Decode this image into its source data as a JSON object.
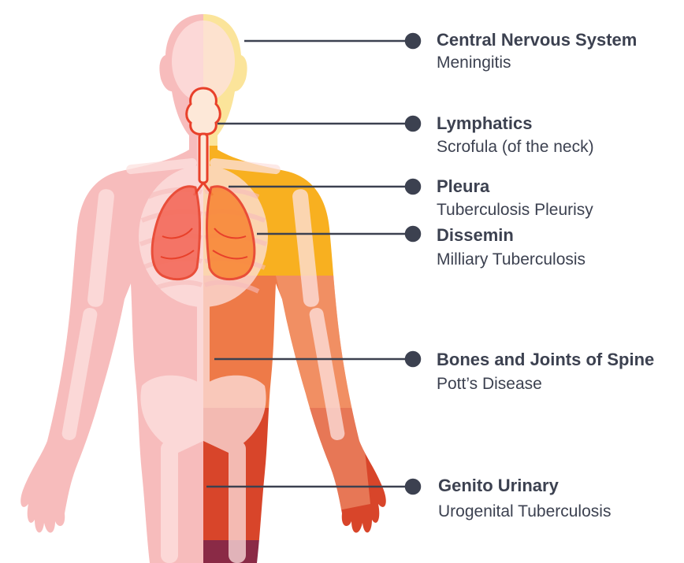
{
  "colors": {
    "skin_left": "#f7bcbc",
    "skin_right_head": "#fbe49a",
    "skin_right_chest": "#f8b020",
    "skin_right_abdomen": "#ee7a48",
    "skin_right_pelvis": "#d8452a",
    "skin_right_thigh": "#8a2a46",
    "organ_outline": "#e8402a",
    "bone": "#fde2e0",
    "leader_line": "#3c4150"
  },
  "labels": [
    {
      "id": "cns",
      "title": "Central Nervous System",
      "subtitle": "Meningitis"
    },
    {
      "id": "lymph",
      "title": "Lymphatics",
      "subtitle": "Scrofula (of the neck)"
    },
    {
      "id": "pleura",
      "title": "Pleura",
      "subtitle": "Tuberculosis Pleurisy"
    },
    {
      "id": "dissem",
      "title": "Dissemin",
      "subtitle": "Milliary Tuberculosis"
    },
    {
      "id": "bones",
      "title": "Bones and Joints of Spine",
      "subtitle": "Pott’s Disease"
    },
    {
      "id": "genito",
      "title": "Genito Urinary",
      "subtitle": "Urogenital Tuberculosis"
    }
  ]
}
